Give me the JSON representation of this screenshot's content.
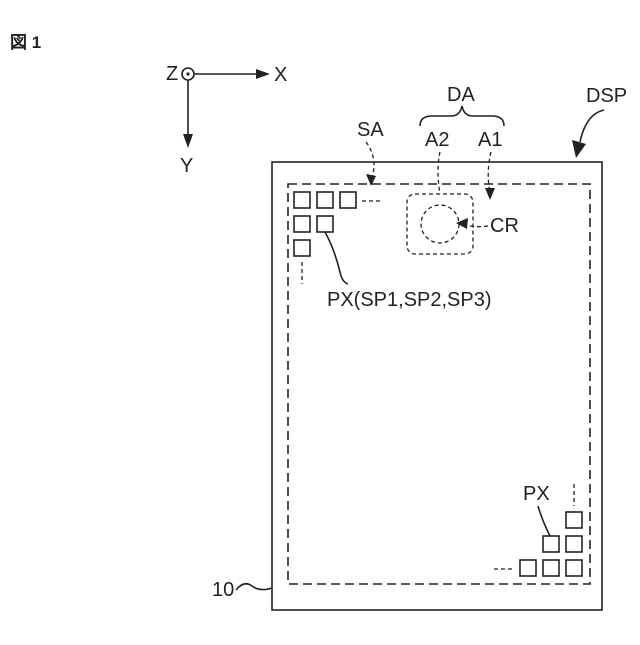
{
  "figure_label": "図 1",
  "axes": {
    "z": "Z",
    "x": "X",
    "y": "Y"
  },
  "labels": {
    "display_device": "DSP",
    "substrate": "10",
    "display_area": "DA",
    "sub_area_a1": "A1",
    "sub_area_a2": "A2",
    "seal_area": "SA",
    "camera": "CR",
    "pixel_full": "PX(SP1,SP2,SP3)",
    "pixel": "PX"
  }
}
